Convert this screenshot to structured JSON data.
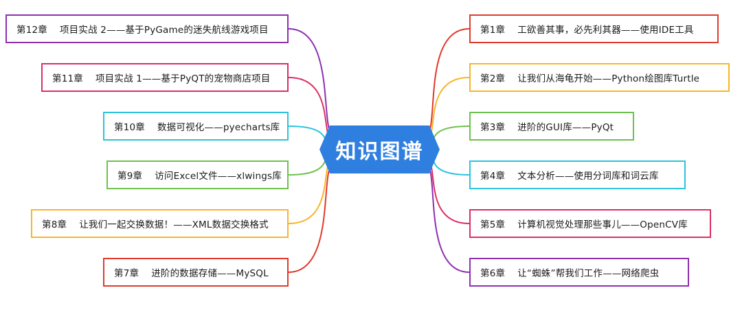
{
  "center": {
    "label": "知识图谱",
    "color": "#2f7fe0"
  },
  "right": [
    {
      "chapter": "第1章",
      "title": "工欲善其事，必先利其器——使用IDE工具",
      "color": "#e0392b"
    },
    {
      "chapter": "第2章",
      "title": "让我们从海龟开始——Python绘图库Turtle",
      "color": "#f7b529"
    },
    {
      "chapter": "第3章",
      "title": "进阶的GUI库——PyQt",
      "color": "#6cc24a"
    },
    {
      "chapter": "第4章",
      "title": "文本分析——使用分词库和词云库",
      "color": "#29c4dd"
    },
    {
      "chapter": "第5章",
      "title": "计算机视觉处理那些事儿——OpenCV库",
      "color": "#dd2d63"
    },
    {
      "chapter": "第6章",
      "title": "让“蜘蛛”帮我们工作——网络爬虫",
      "color": "#8e2fb0"
    }
  ],
  "left": [
    {
      "chapter": "第12章",
      "title": "项目实战 2——基于PyGame的迷失航线游戏项目",
      "color": "#8e2fb0"
    },
    {
      "chapter": "第11章",
      "title": "项目实战 1——基于PyQT的宠物商店项目",
      "color": "#dd2d63"
    },
    {
      "chapter": "第10章",
      "title": "数据可视化——pyecharts库",
      "color": "#29c4dd"
    },
    {
      "chapter": "第9章",
      "title": "访问Excel文件——xlwings库",
      "color": "#6cc24a"
    },
    {
      "chapter": "第8章",
      "title": "让我们一起交换数据！——XML数据交换格式",
      "color": "#f7b529"
    },
    {
      "chapter": "第7章",
      "title": "进阶的数据存储——MySQL",
      "color": "#e0392b"
    }
  ]
}
